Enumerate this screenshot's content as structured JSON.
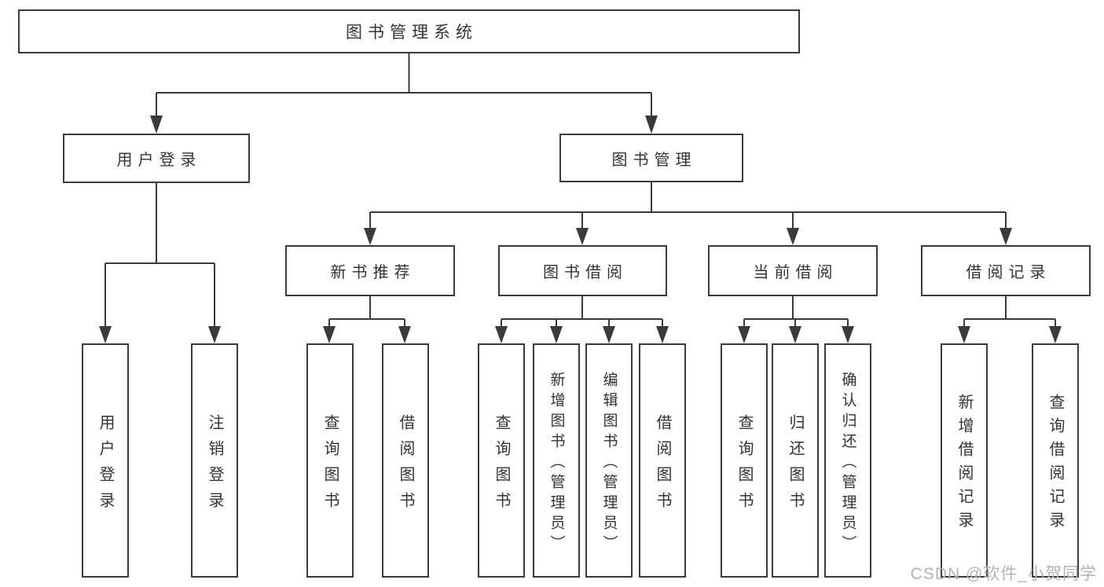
{
  "chart": {
    "root": "图书管理系统",
    "user_branch": {
      "label": "用户登录",
      "leaves": [
        "用户登录",
        "注销登录"
      ]
    },
    "book_branch": {
      "label": "图书管理",
      "sections": [
        {
          "label": "新书推荐",
          "leaves": [
            "查询图书",
            "借阅图书"
          ]
        },
        {
          "label": "图书借阅",
          "leaves": [
            "查询图书",
            "新增图书（管理员）",
            "编辑图书（管理员）",
            "借阅图书"
          ]
        },
        {
          "label": "当前借阅",
          "leaves": [
            "查询图书",
            "归还图书",
            "确认归还（管理员）"
          ]
        },
        {
          "label": "借阅记录",
          "leaves": [
            "新增借阅记录",
            "查询借阅记录"
          ]
        }
      ]
    },
    "watermark": "CSDN @软件_小贺同学",
    "colors": {
      "line": "#3a3a3a",
      "text": "#333333",
      "watermark": "#b3b3b3",
      "background": "#ffffff"
    }
  }
}
